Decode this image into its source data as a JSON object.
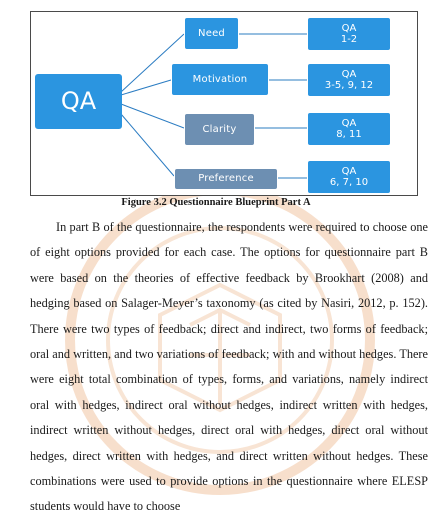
{
  "figure": {
    "root": "QA",
    "categories": [
      {
        "label": "Need",
        "items": [
          "QA",
          "1-2"
        ]
      },
      {
        "label": "Motivation",
        "items": [
          "QA",
          "3-5, 9, 12"
        ]
      },
      {
        "label": "Clarity",
        "items": [
          "QA",
          "8, 11"
        ]
      },
      {
        "label": "Preference",
        "items": [
          "QA",
          "6, 7, 10"
        ]
      }
    ],
    "caption": "Figure 3.2 Questionnaire Blueprint Part A"
  },
  "paragraph": "In part B of the questionnaire, the respondents were required to choose one of eight options provided for each case. The options for questionnaire part B were based on the theories of effective feedback by Brookhart (2008) and hedging based on Salager-Meyer’s taxonomy (as cited by Nasiri, 2012, p. 152). There were two types of feedback; direct and indirect, two forms of feedback; oral and written, and two variations of feedback; with and without hedges. There were eight total combination of types, forms, and variations, namely indirect oral with hedges, indirect oral without hedges, indirect written with hedges, indirect written without hedges, direct oral with hedges, direct oral without hedges, direct written with hedges, and direct written without hedges. These combinations were used to provide options in the questionnaire where ELESP students would have to choose",
  "colors": {
    "box_blue": "#2b95e0",
    "box_gray": "#6d8fb2",
    "watermark": "#e8b08a"
  }
}
